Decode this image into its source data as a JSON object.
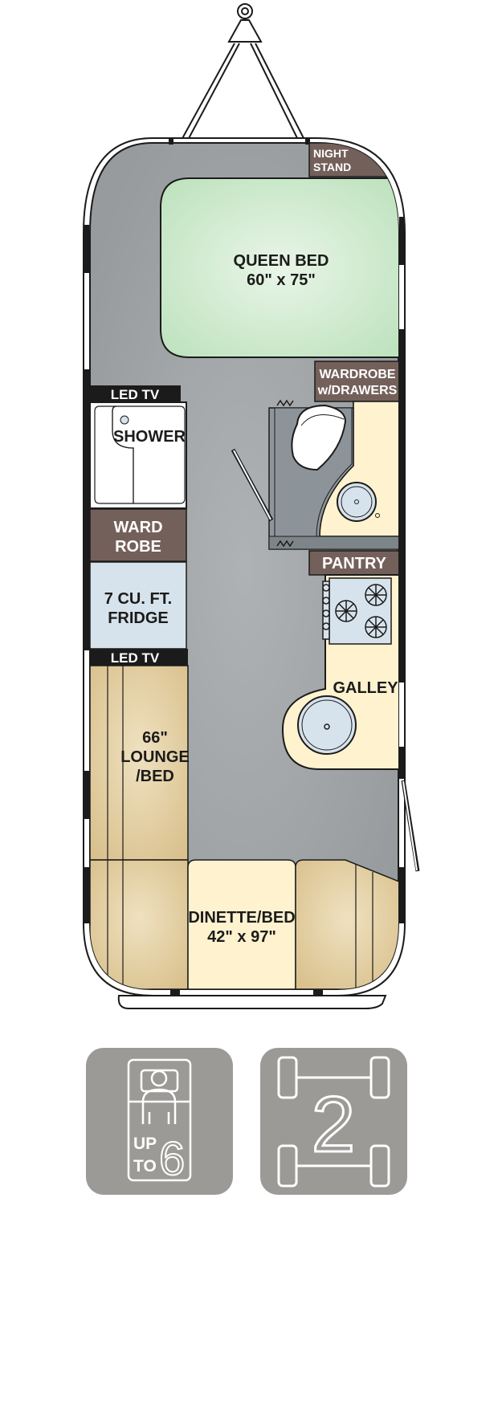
{
  "floorplan": {
    "night_stand": [
      "NIGHT",
      "STAND"
    ],
    "queen_bed": [
      "QUEEN BED",
      "60\" x 75\""
    ],
    "wardrobe_drawers": [
      "WARDROBE",
      "w/DRAWERS"
    ],
    "led_tv_top": "LED TV",
    "shower": "SHOWER",
    "ward_robe": [
      "WARD",
      "ROBE"
    ],
    "fridge": [
      "7 CU. FT.",
      "FRIDGE"
    ],
    "led_tv_bottom": "LED TV",
    "pantry": "PANTRY",
    "galley": "GALLEY",
    "lounge_bed": [
      "66\"",
      "LOUNGE",
      "/BED"
    ],
    "dinette_bed": [
      "DINETTE/BED",
      "42\" x 97\""
    ]
  },
  "badges": {
    "sleeps": [
      "UP",
      "TO",
      "6"
    ],
    "axles": "2"
  },
  "colors": {
    "floor": "#9a9ea1",
    "bed": "#c9e8c8",
    "wood": "#e3cfa0",
    "cream": "#fff2cf",
    "brown": "#74605a",
    "fridge": "#d7e3ec",
    "badge": "#9b9a97",
    "dark": "#1b1b1b"
  }
}
